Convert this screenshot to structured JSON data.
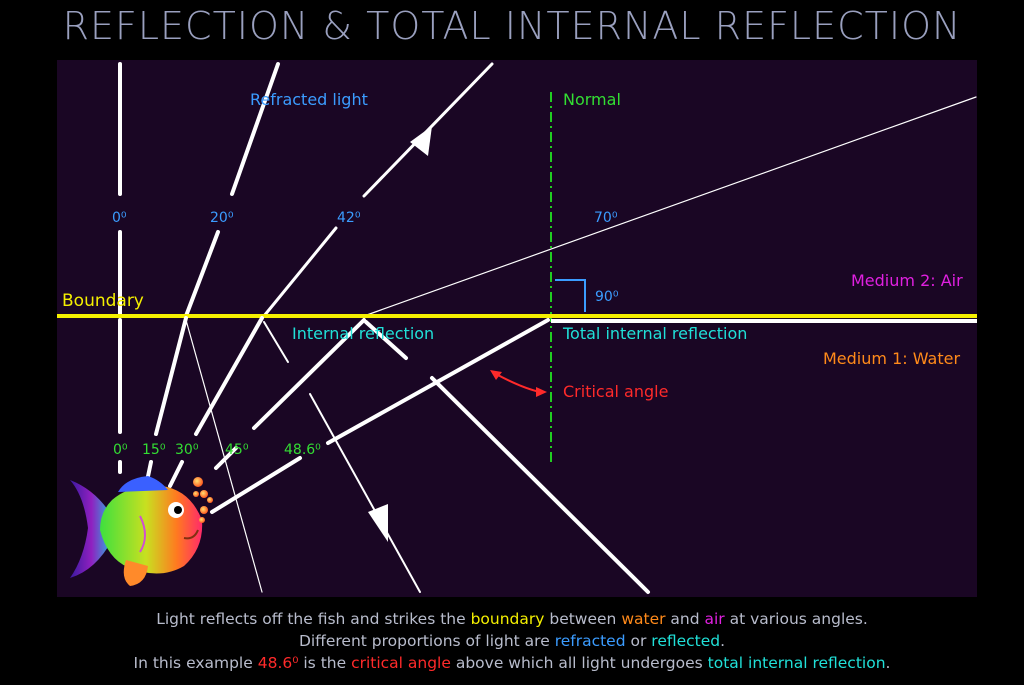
{
  "title": "REFLECTION & TOTAL INTERNAL REFLECTION",
  "colors": {
    "background": "#000000",
    "panel": "#1a0624",
    "boundary": "#f5f000",
    "ray": "#ffffff",
    "normal": "#22cc22",
    "refracted_label": "#3b9cff",
    "reflection_label": "#20e0d8",
    "air_label": "#e020e0",
    "water_label": "#ff8a1a",
    "critical_label": "#ff2a2a",
    "incident_label": "#33dd33"
  },
  "labels": {
    "refracted_light": "Refracted light",
    "normal": "Normal",
    "boundary": "Boundary",
    "medium_air": "Medium 2: Air",
    "medium_water": "Medium 1: Water",
    "internal_reflection": "Internal reflection",
    "total_internal_reflection": "Total internal reflection",
    "critical_angle": "Critical angle",
    "right_angle": "90⁰"
  },
  "refracted_angles": [
    "0⁰",
    "20⁰",
    "42⁰",
    "70⁰"
  ],
  "incident_angles": [
    "0⁰",
    "15⁰",
    "30⁰",
    "45⁰",
    "48.6⁰"
  ],
  "icons": {
    "fish": "fish-icon",
    "bubbles": "bubbles-icon",
    "arrow": "arrowhead-icon",
    "curved_arrow": "curved-double-arrow-icon"
  },
  "caption": {
    "line1": {
      "t1": "Light reflects off the fish and strikes the ",
      "boundary": "boundary",
      "t2": " between ",
      "water": "water",
      "t3": " and ",
      "air": "air",
      "t4": " at various angles."
    },
    "line2": {
      "t1": "Different proportions of light are ",
      "refracted": "refracted",
      "t2": " or ",
      "reflected": "reflected",
      "t3": "."
    },
    "line3": {
      "t1": "In this example ",
      "angle": "48.6⁰",
      "t2": " is the ",
      "critical": "critical angle",
      "t3": " above which all light undergoes ",
      "tir": "total internal reflection",
      "t4": "."
    }
  }
}
